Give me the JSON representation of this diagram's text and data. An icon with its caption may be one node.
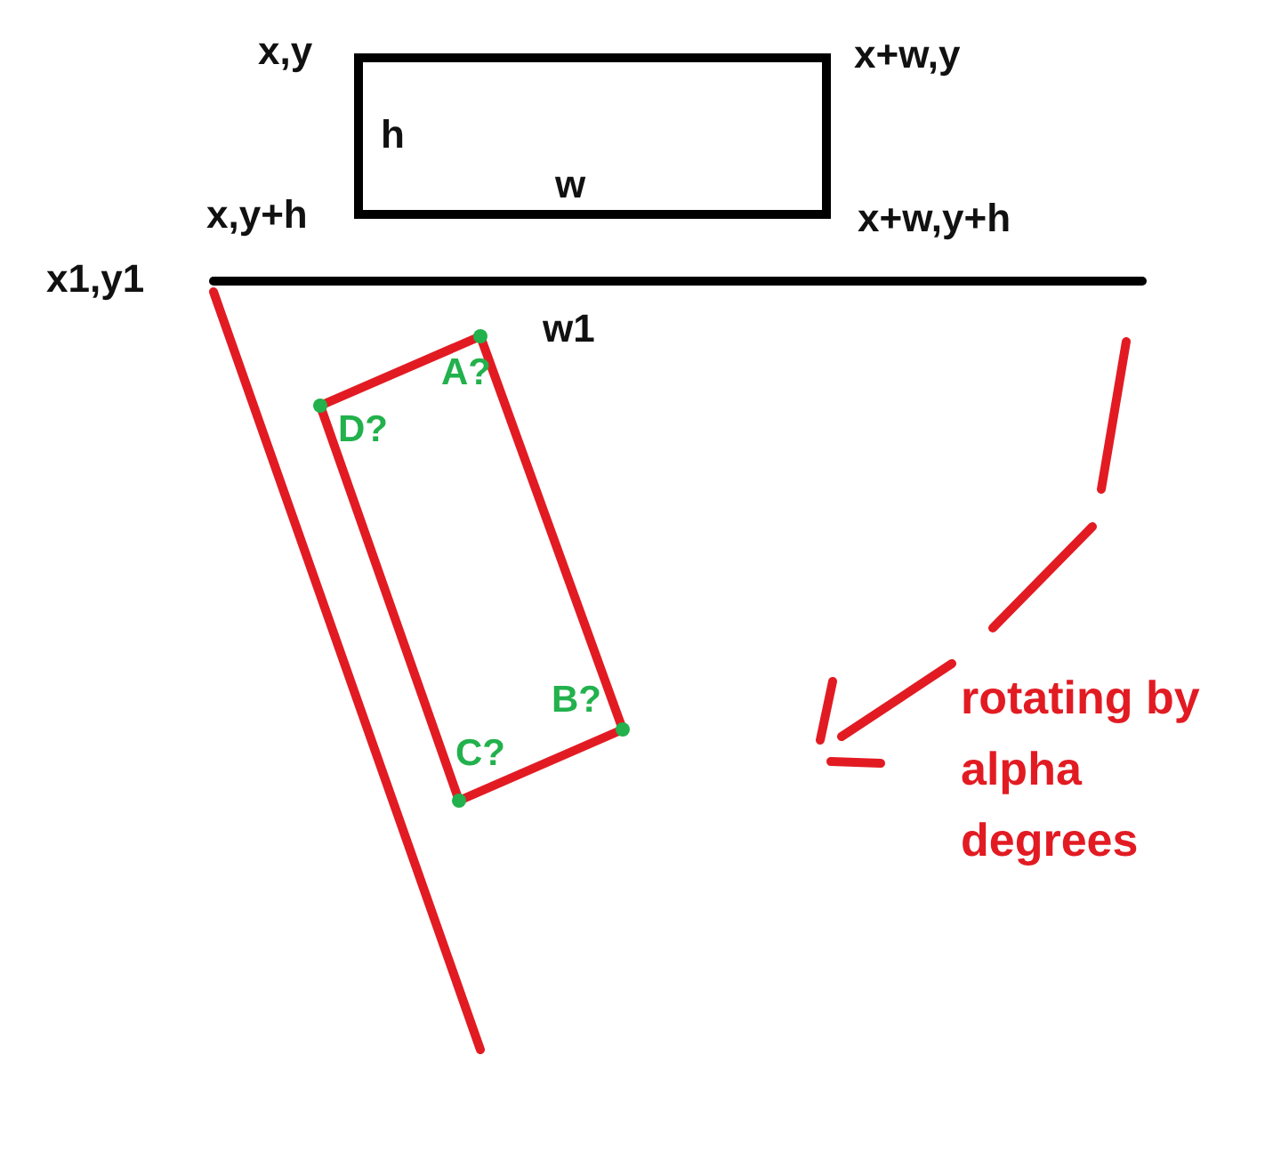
{
  "diagram": {
    "nodes": [
      {
        "text": [
          "h",
          "w"
        ]
      },
      {
        "text": [
          "A?",
          "B?",
          "C?",
          "D?"
        ]
      }
    ],
    "labels": [
      "x,y",
      "x+w,y",
      "x,y+h",
      "x+w,y+h",
      "x1,y1",
      "w1",
      "rotating by alpha degrees"
    ]
  }
}
